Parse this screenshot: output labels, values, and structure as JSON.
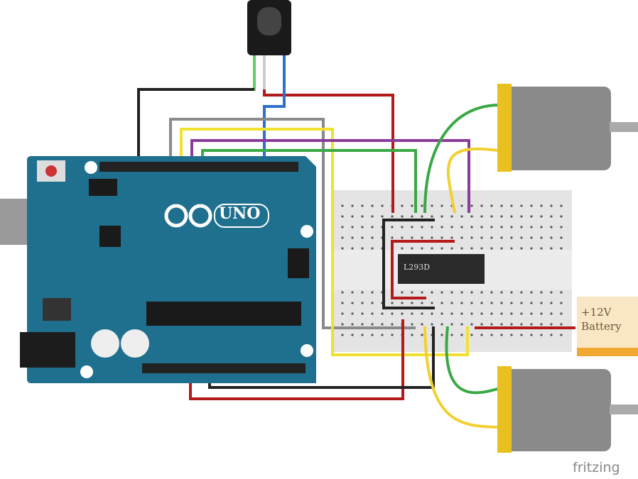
{
  "diagram": {
    "board": {
      "logo_text": "UNO",
      "color": "#1f6f8f"
    },
    "ic_chip": {
      "label": "L293D"
    },
    "battery": {
      "line1": "+12V",
      "line2": "Battery"
    },
    "watermark": "fritzing",
    "wire_colors": {
      "red": "#b31b1b",
      "black": "#222222",
      "blue": "#2f6fd0",
      "gray": "#8a8a8a",
      "yellow": "#f2e030",
      "purple": "#8a3a9a",
      "green": "#3aa845"
    }
  }
}
